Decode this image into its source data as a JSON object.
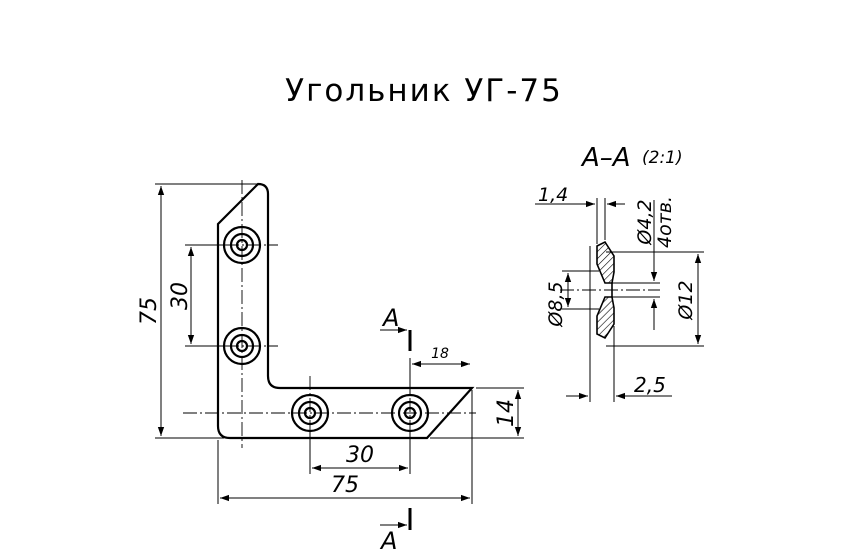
{
  "title": "Угольник УГ-75",
  "section": {
    "label": "A–A",
    "scale": "(2:1)"
  },
  "cut_markers": {
    "top": "A",
    "bottom": "A"
  },
  "main_view_dimensions": {
    "overall_height": "75",
    "hole_spacing_vertical": "30",
    "overall_width": "75",
    "hole_spacing_horizontal": "30",
    "chamfer_length": "18",
    "arm_width": "14"
  },
  "section_dimensions": {
    "countersink_depth": "1,4",
    "hole_diameter": "Ø4,2",
    "hole_count": "4отв.",
    "countersink_diameter": "Ø8,5",
    "boss_diameter": "Ø12",
    "thickness": "2,5"
  }
}
